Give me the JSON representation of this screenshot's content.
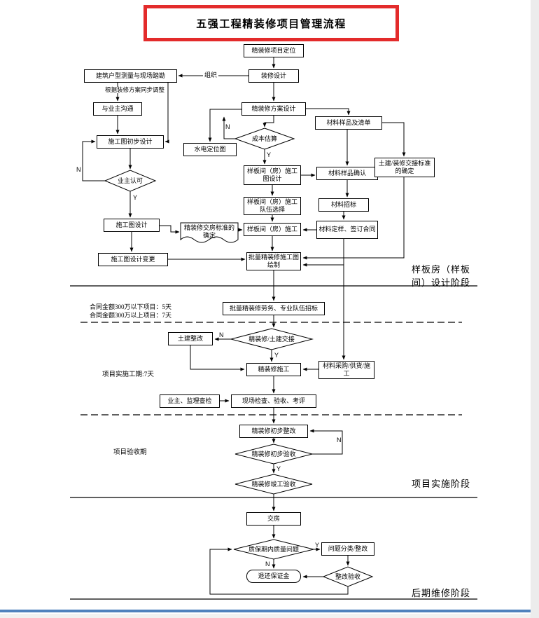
{
  "title": "五强工程精装修项目管理流程",
  "nodes": {
    "project_positioning": "精装修项目定位",
    "decoration_design": "装修设计",
    "survey": "建筑户型测量与现场踏勘",
    "owner_comm": "与业主沟通",
    "scheme_design": "精装修方案设计",
    "material_samples_list": "材料样品及清单",
    "cost_estimate": "成本估算",
    "hydro_layout": "水电定位图",
    "construction_prelim": "施工图初步设计",
    "owner_approval": "业主认可",
    "construction_design": "施工图设计",
    "construction_change": "施工图设计变更",
    "model_room_design": "样板间（房）施工图设计",
    "material_confirm": "材料样品确认",
    "model_room_team": "样板间（房）施工队伍选择",
    "material_bidding": "材料招标",
    "model_room_construction": "样板间（房）施工",
    "material_contract": "材料定样、签订合同",
    "handover_standard": "精装修交房标准的确定",
    "civil_handover_standard": "土建/装修交接标准的确定",
    "batch_drawing": "批量精装修施工图绘制",
    "batch_bidding": "批量精装修劳务、专业队伍招标",
    "handover_check": "精装修/土建交接",
    "civil_rectify": "土建整改",
    "decoration_construction": "精装修施工",
    "material_supply": "材料采购/供货/施工",
    "owner_supervision": "业主、监理查检",
    "site_check": "现场检查、验收、考评",
    "prelim_rectify": "精装修初步整改",
    "prelim_acceptance": "精装修初步验收",
    "completion_acceptance": "精装修竣工验收",
    "handover": "交房",
    "warranty_issue": "质保期内质量问题",
    "issue_classification": "问题分类/整改",
    "refund_deposit": "退还保证金",
    "rectify_acceptance": "整改验收"
  },
  "edge_labels": {
    "organize": "组织",
    "adjust": "根据装修方案同步调整",
    "cost_n": "N",
    "cost_y": "Y",
    "owner_n": "N",
    "owner_y": "Y",
    "handover_n": "N",
    "handover_y": "Y",
    "prelim_y": "Y",
    "prelim_n": "N",
    "warranty_y": "Y",
    "warranty_n": "N"
  },
  "side_notes": {
    "contract_note_1": "合同金额300万以下项目：5天",
    "contract_note_2": "合同金额300万以上项目：7天",
    "implementation_period": "项目实施工期:7天",
    "acceptance_period": "项目验收期"
  },
  "stage_labels": {
    "stage1": "样板房（样板间）设计阶段",
    "stage2": "项目实施阶段",
    "stage3": "后期维修阶段"
  },
  "colors": {
    "title_border": "#e32b2b",
    "line": "#000000",
    "footer_bar": "#4f81bd"
  }
}
